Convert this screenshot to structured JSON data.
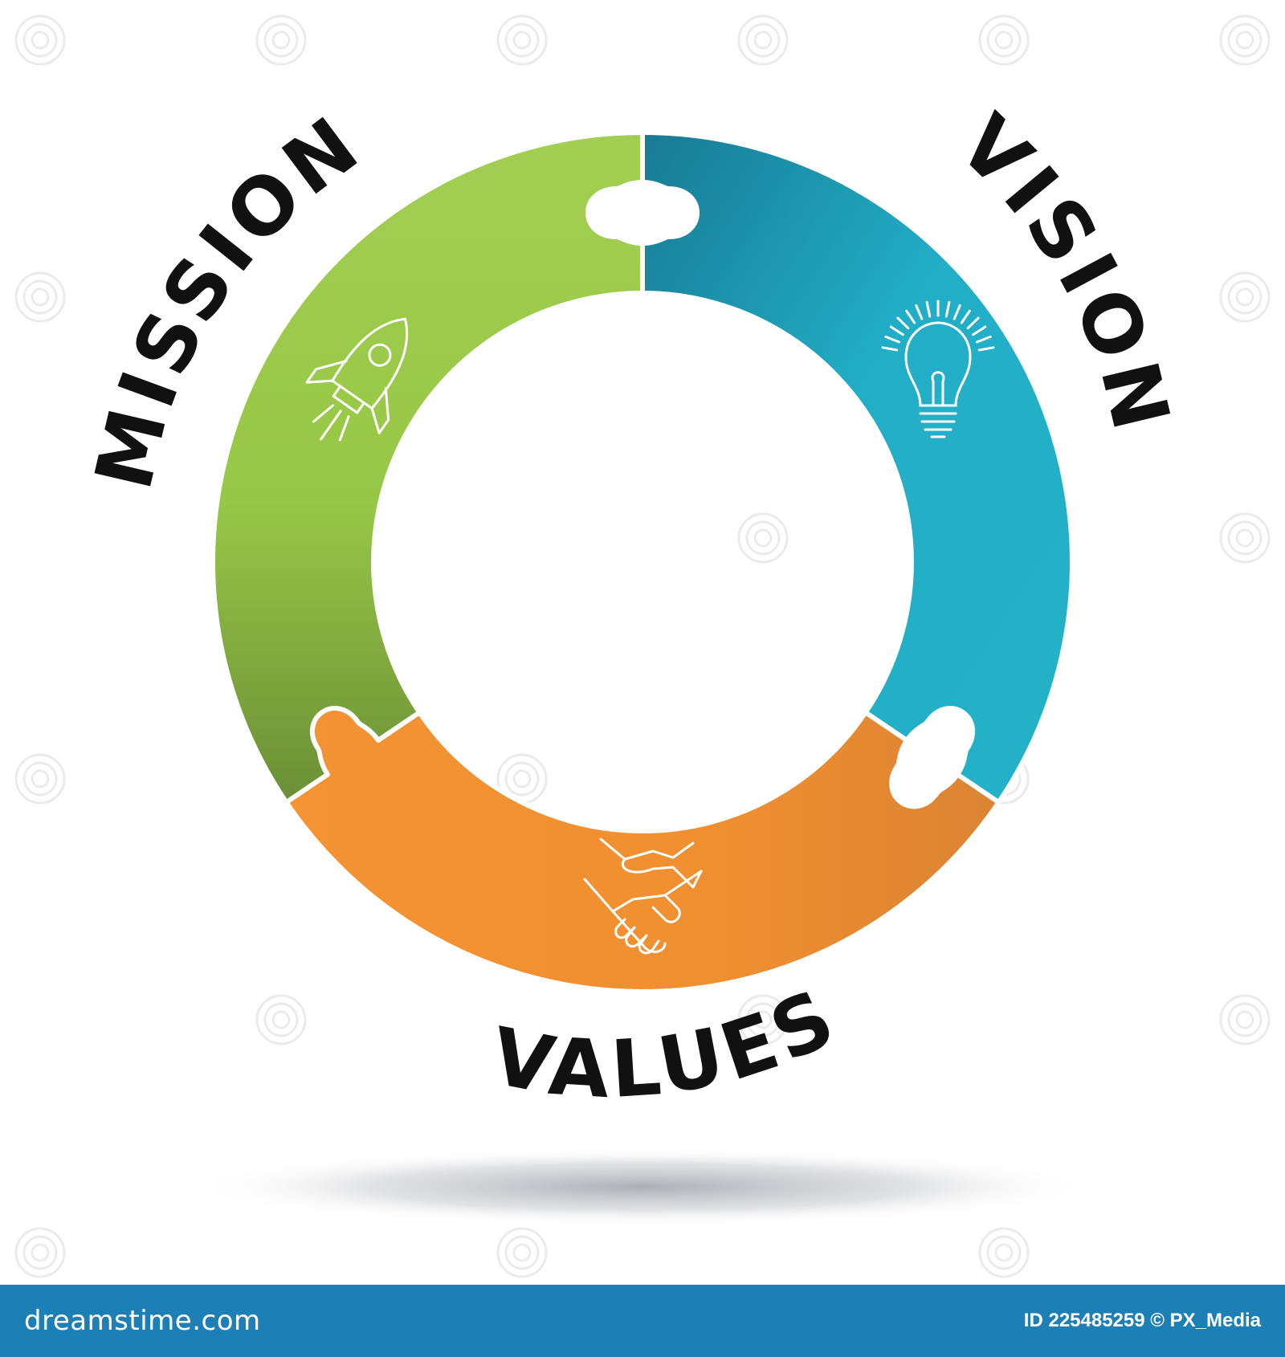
{
  "diagram": {
    "segments": [
      {
        "label": "MISSION",
        "icon": "rocket-icon",
        "color": "#8cc63f"
      },
      {
        "label": "VISION",
        "icon": "lightbulb-icon",
        "color": "#1fa7c4"
      },
      {
        "label": "VALUES",
        "icon": "handshake-icon",
        "color": "#f18f2c"
      }
    ],
    "label_color": "#111111"
  },
  "watermark": {
    "text": "dreamstime"
  },
  "footer": {
    "brand": "dreamstime.com",
    "credit": "ID 225485259 © PX_Media",
    "background": "#1c7fb5"
  }
}
